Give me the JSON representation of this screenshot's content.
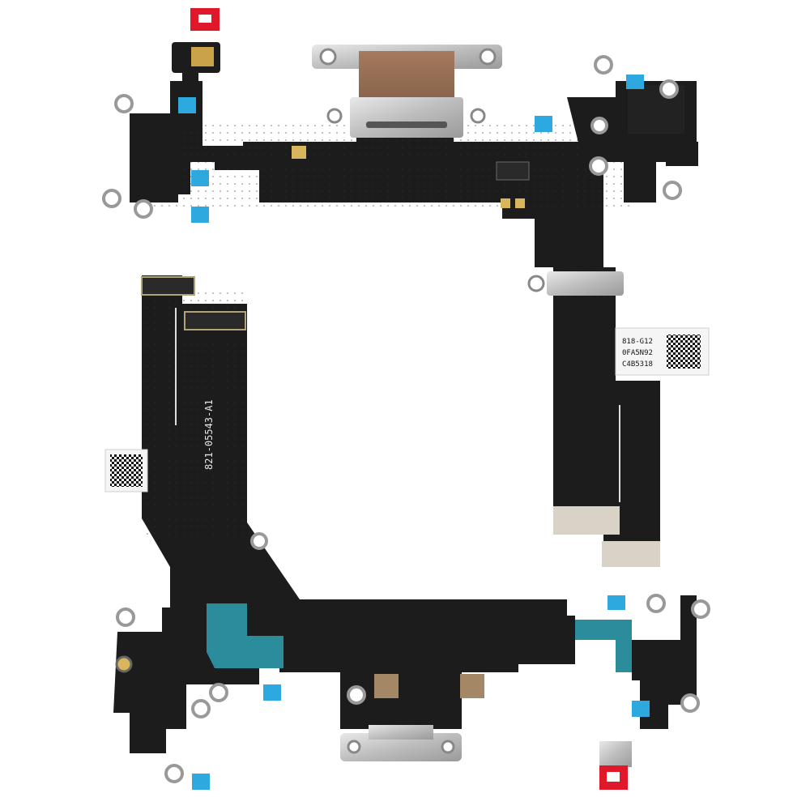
{
  "image": {
    "subject": "USB-C charging port flex cable",
    "background_color": "#ffffff",
    "flex_color": "#1c1c1c",
    "metal_color": "#c9c9c9",
    "accent_blue": "#2ea9e0",
    "accent_red": "#e0192a",
    "teal_shield": "#2b8d9c"
  },
  "labels": {
    "part_number": "821-05543-A1",
    "sticker_line_1": "818-G12",
    "sticker_line_2": "0FA5N92",
    "sticker_line_3": "C4B5318"
  },
  "icons": {
    "qr_code": "qr-code-icon"
  }
}
